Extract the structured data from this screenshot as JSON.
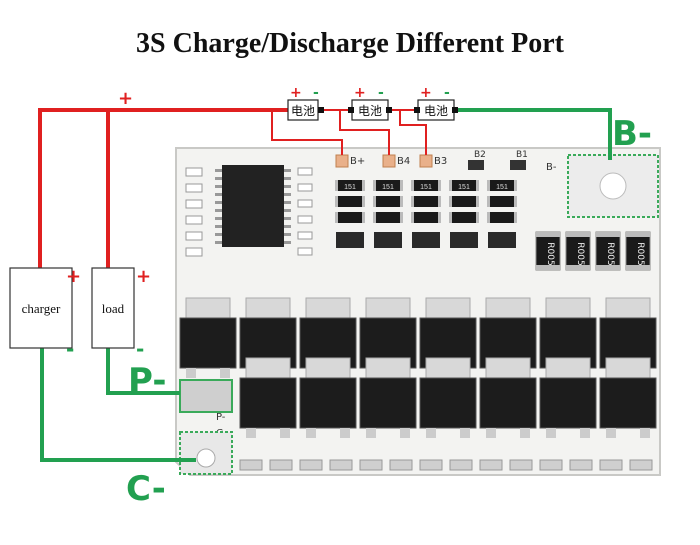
{
  "title": "3S Charge/Discharge Different Port",
  "boxes": {
    "charger": "charger",
    "load": "load"
  },
  "cells": [
    "电池",
    "电池",
    "电池"
  ],
  "polarity": {
    "plus": "+",
    "minus": "-"
  },
  "terminals": {
    "b_minus": "B-",
    "p_minus": "P-",
    "c_minus": "C-"
  },
  "board_labels": {
    "b_plus": "B+",
    "b4": "B4",
    "b3": "B3",
    "b2": "B2",
    "b1": "B1",
    "b_minus": "B-",
    "p_minus": "P-",
    "c": "C",
    "c_minus": "C-"
  },
  "resistor_code": "R005",
  "smd_code": "151",
  "colors": {
    "positive_wire": "#e02020",
    "negative_wire": "#22a050",
    "board": "#f4f4f2",
    "mosfet": "#1c1c1c"
  }
}
